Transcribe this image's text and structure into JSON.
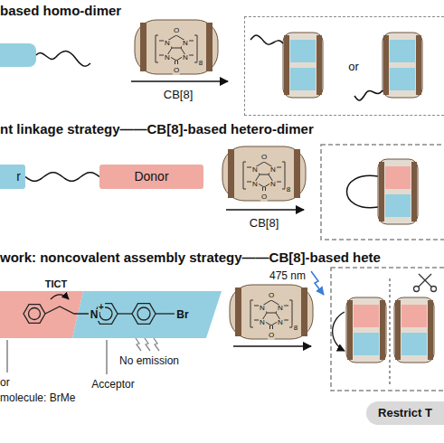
{
  "diagram": {
    "nodes": [
      {
        "text": [
          "or"
        ]
      },
      {
        "text": [
          "r"
        ]
      },
      {
        "text": [
          "Donor"
        ]
      },
      {
        "text": [
          "Restrict T"
        ]
      }
    ],
    "edges": [
      {
        "from": 1,
        "to": 2,
        "arrow": "none"
      }
    ],
    "labels": [
      "based homo-dimer",
      "O",
      "N",
      "N",
      "N",
      "N",
      "O",
      "8",
      "CB[8]",
      "nt linkage strategy——CB[8]-based hetero-dimer",
      "O",
      "N",
      "N",
      "N",
      "N",
      "O",
      "8",
      "CB[8]",
      "work: noncovalent assembly strategy——CB[8]-based hete",
      "TICT",
      "N",
      "+",
      "Br",
      "O",
      "N",
      "N",
      "N",
      "N",
      "O",
      "8",
      "475 nm",
      "or",
      "Acceptor",
      "molecule: BrMe",
      "No emission"
    ]
  }
}
